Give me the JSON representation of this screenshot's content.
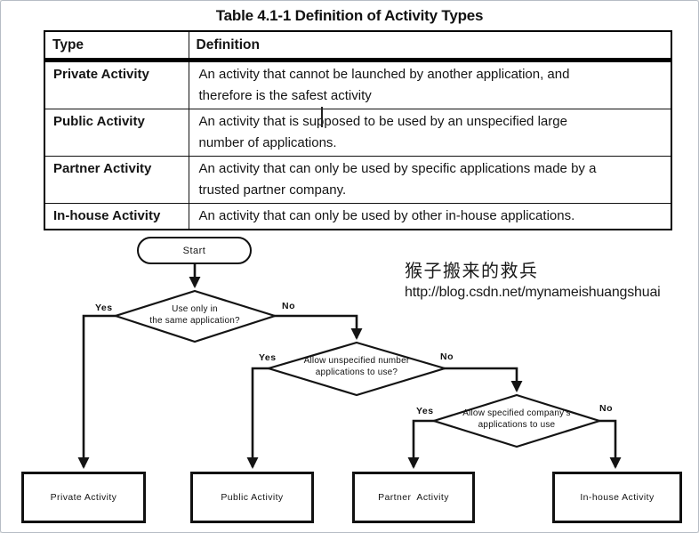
{
  "table": {
    "title": "Table 4.1-1 Definition of Activity Types",
    "columns": [
      "Type",
      "Definition"
    ],
    "rows": [
      {
        "type": "Private Activity",
        "definition_lines": [
          "An activity that cannot be launched by another application, and",
          "therefore is the safest activity"
        ]
      },
      {
        "type": "Public Activity",
        "definition_lines": [
          "An activity that is supposed to be used by an unspecified large",
          "number of applications."
        ]
      },
      {
        "type": "Partner Activity",
        "definition_lines": [
          "An activity that can only be used by specific applications made by a",
          "trusted partner company."
        ]
      },
      {
        "type": "In-house Activity",
        "definition_lines": [
          "An activity that can only be used by other in-house applications."
        ]
      }
    ]
  },
  "watermark": {
    "line1": "猴子搬来的救兵",
    "line2": "http://blog.csdn.net/mynameishuangshuai"
  },
  "flowchart": {
    "start_label": "Start",
    "decisions": [
      {
        "lines": [
          "Use only in",
          "the same application?"
        ],
        "yes": "Yes",
        "no": "No"
      },
      {
        "lines": [
          "Allow unspecified number",
          "applications to use?"
        ],
        "yes": "Yes",
        "no": "No"
      },
      {
        "lines": [
          "Allow specified company’s",
          "applications to use"
        ],
        "yes": "Yes",
        "no": "No"
      }
    ],
    "terminals": [
      "Private Activity",
      "Public Activity",
      "Partner  Activity",
      "In-house Activity"
    ],
    "line_color": "#141414"
  }
}
